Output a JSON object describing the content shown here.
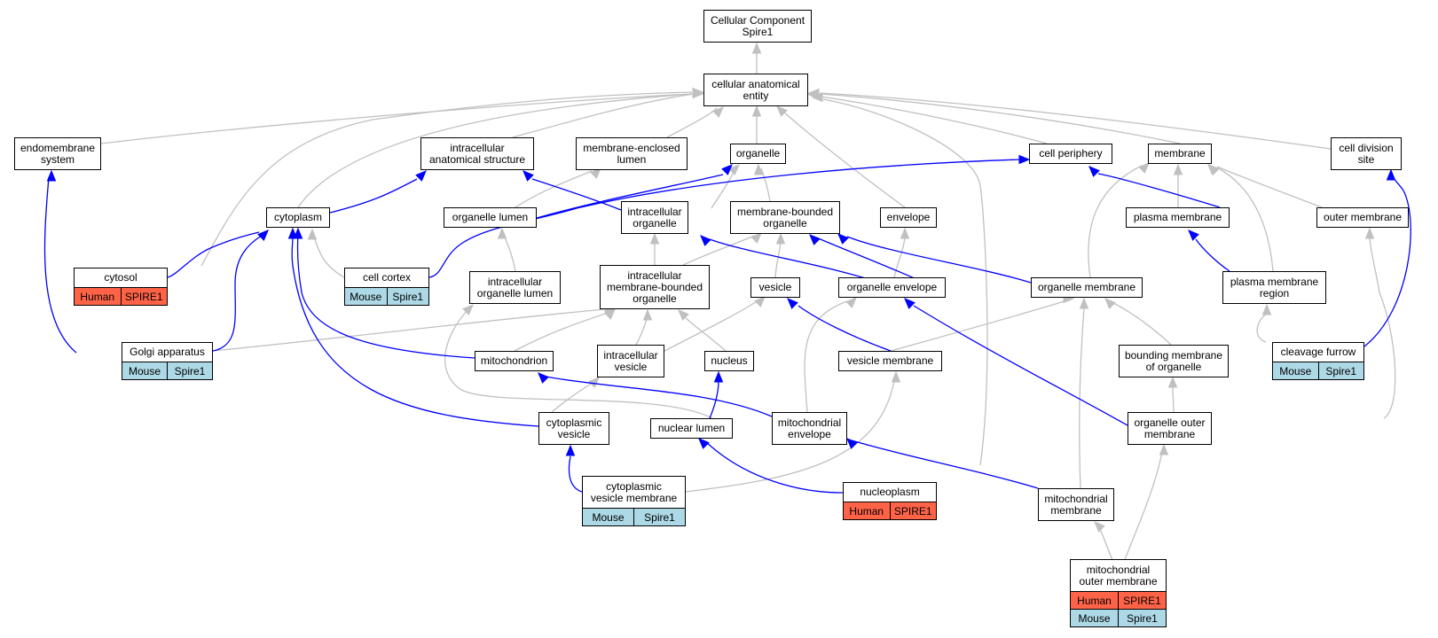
{
  "colors": {
    "is_a_edge": "#c0c0c0",
    "part_of_edge": "#0000ff",
    "human_annotation": "#ff6347",
    "mouse_annotation": "#add8e6"
  },
  "nodes": {
    "root": "Cellular Component\nSpire1",
    "cae": "cellular anatomical\nentity",
    "endomembrane": "endomembrane\nsystem",
    "ias": "intracellular\nanatomical structure",
    "mel": "membrane-enclosed\nlumen",
    "organelle": "organelle",
    "cellperiphery": "cell periphery",
    "membrane": "membrane",
    "celldivision": "cell division\nsite",
    "cytoplasm": "cytoplasm",
    "organellelumen": "organelle lumen",
    "intraorg": "intracellular\norganelle",
    "mbo": "membrane-bounded\norganelle",
    "envelope": "envelope",
    "plasmamem": "plasma membrane",
    "outermem": "outer membrane",
    "cytosol": "cytosol",
    "cellcortex": "cell cortex",
    "iol": "intracellular\norganelle lumen",
    "imbo": "intracellular\nmembrane-bounded\norganelle",
    "vesicle": "vesicle",
    "orgenvelope": "organelle envelope",
    "orgmembrane": "organelle membrane",
    "pmregion": "plasma membrane\nregion",
    "golgi": "Golgi apparatus",
    "mito": "mitochondrion",
    "intravesicle": "intracellular\nvesicle",
    "nucleus": "nucleus",
    "vesmem": "vesicle membrane",
    "bmo": "bounding membrane\nof organelle",
    "cleavage": "cleavage furrow",
    "cytovesicle": "cytoplasmic\nvesicle",
    "nuclumen": "nuclear lumen",
    "mitoenv": "mitochondrial\nenvelope",
    "orgoutermem": "organelle outer\nmembrane",
    "cvm": "cytoplasmic\nvesicle membrane",
    "nucleoplasm": "nucleoplasm",
    "mitomem": "mitochondrial\nmembrane",
    "mom": "mitochondrial\nouter membrane"
  },
  "annotations": {
    "cytosol_human": [
      "Human",
      "SPIRE1"
    ],
    "cellcortex_mouse": [
      "Mouse",
      "Spire1"
    ],
    "golgi_mouse": [
      "Mouse",
      "Spire1"
    ],
    "cleavage_mouse": [
      "Mouse",
      "Spire1"
    ],
    "cvm_mouse": [
      "Mouse",
      "Spire1"
    ],
    "nucleoplasm_human": [
      "Human",
      "SPIRE1"
    ],
    "mom_human": [
      "Human",
      "SPIRE1"
    ],
    "mom_mouse": [
      "Mouse",
      "Spire1"
    ]
  }
}
